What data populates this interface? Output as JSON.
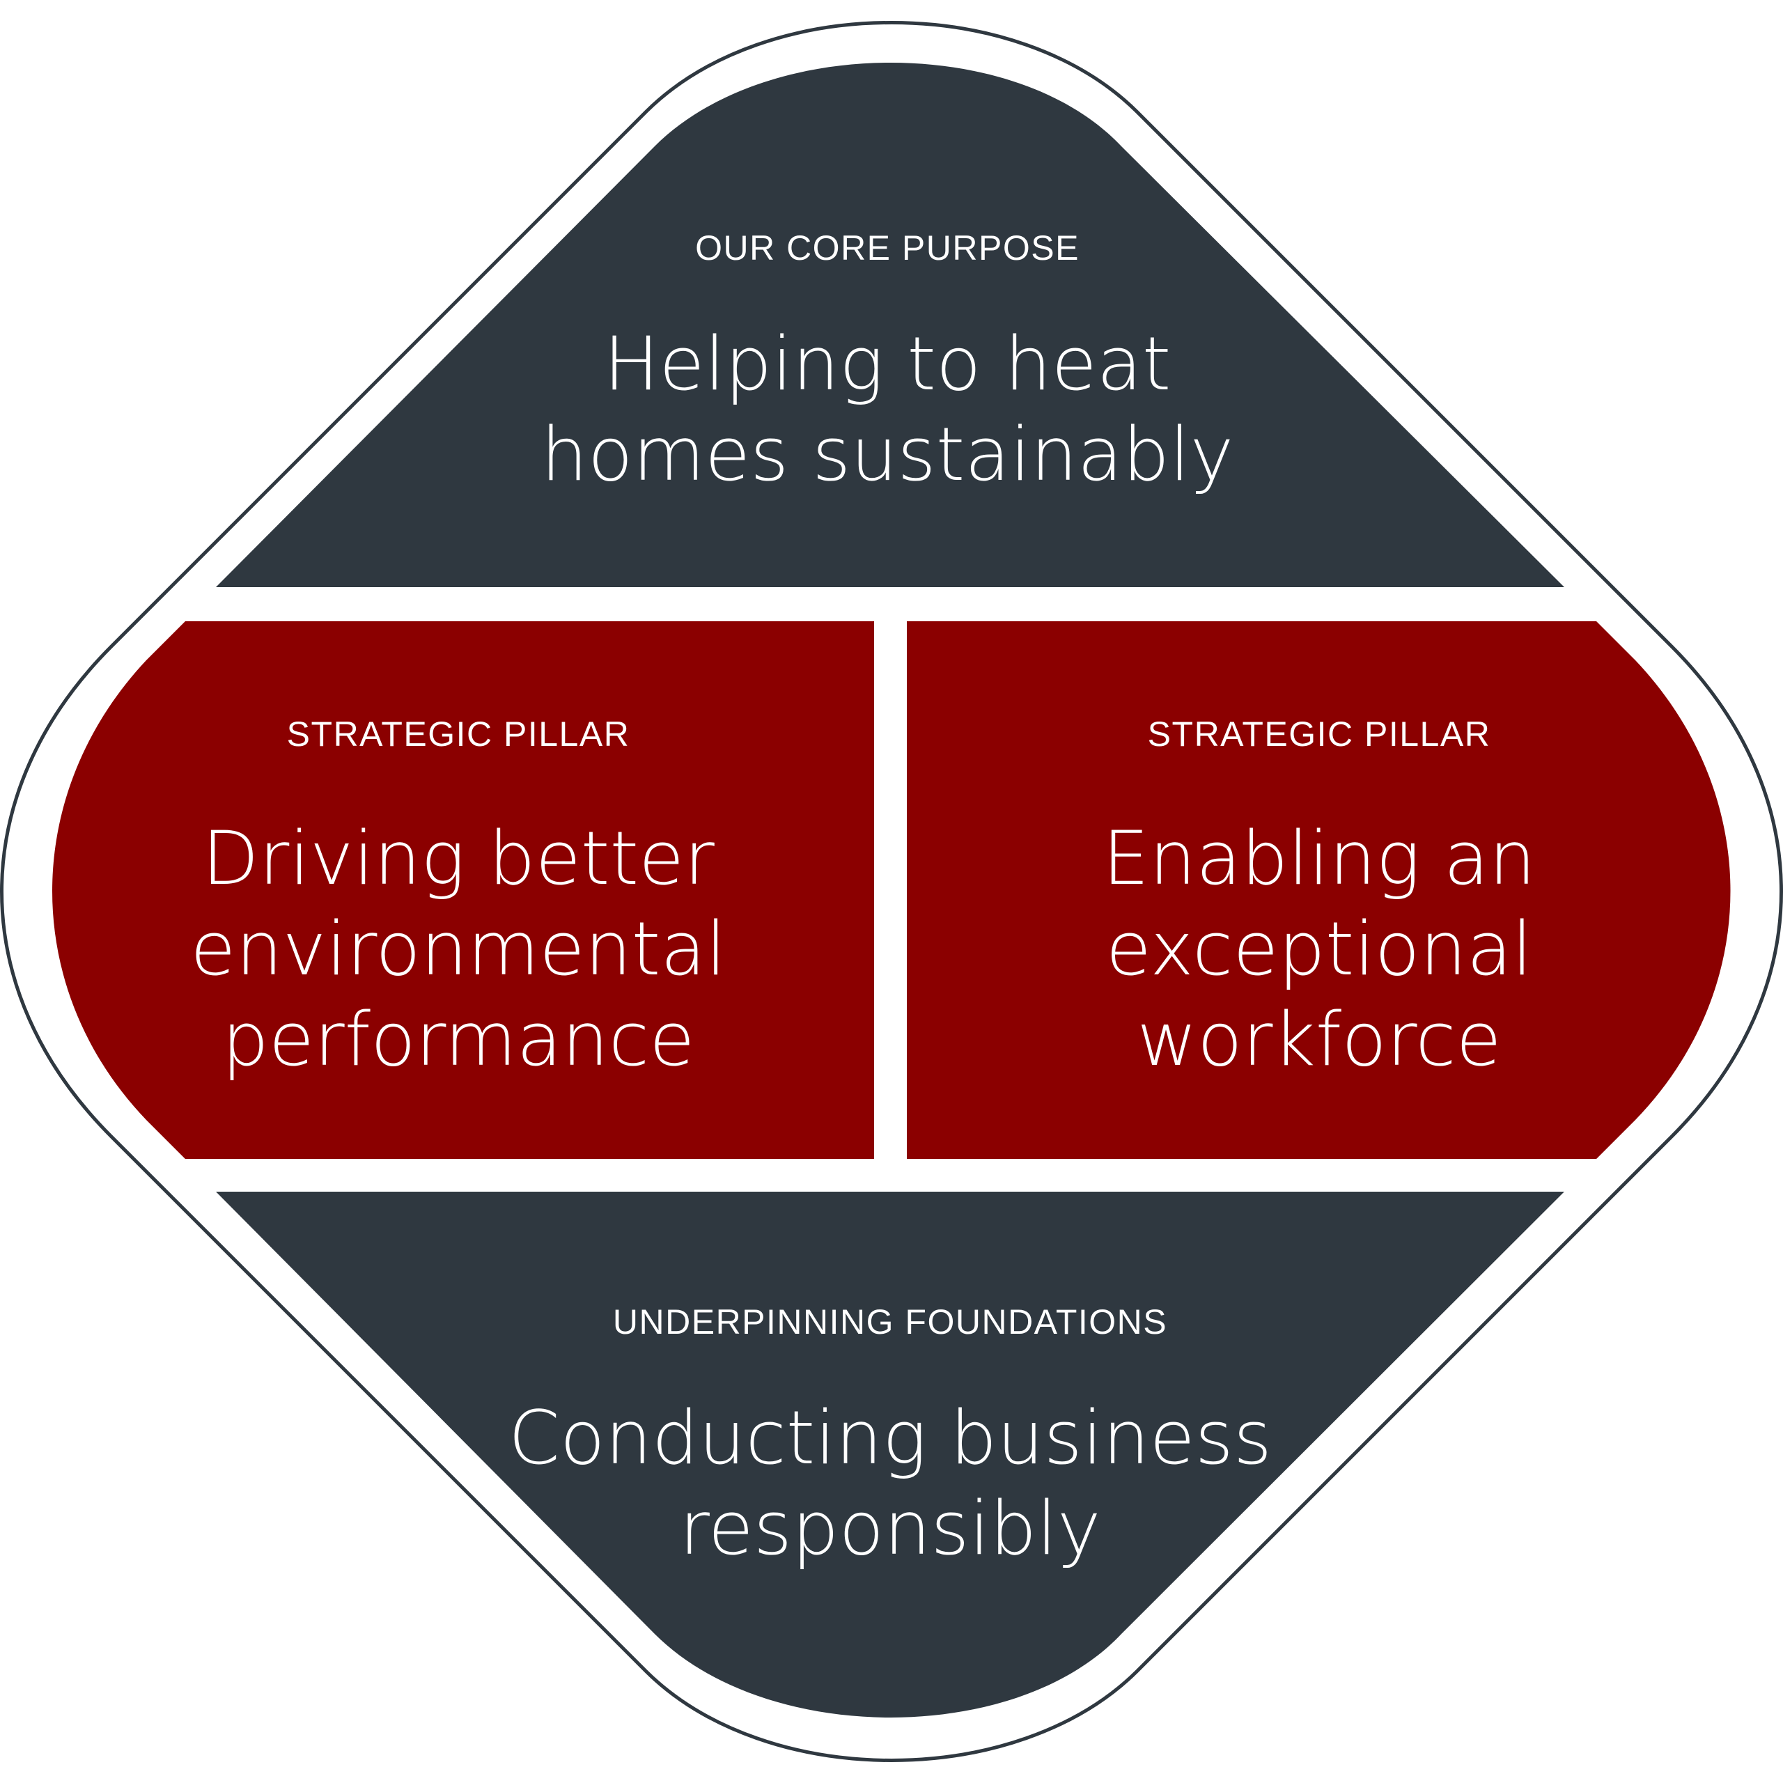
{
  "colors": {
    "dark": "#2f3840",
    "red": "#8b0000",
    "text": "#ffffff",
    "outline": "#2f3840",
    "background": "#ffffff"
  },
  "purpose": {
    "heading": "OUR CORE PURPOSE",
    "line1": "Helping to heat",
    "line2": "homes sustainably"
  },
  "pillar_left": {
    "heading": "STRATEGIC PILLAR",
    "line1": "Driving better",
    "line2": "environmental",
    "line3": "performance"
  },
  "pillar_right": {
    "heading": "STRATEGIC PILLAR",
    "line1": "Enabling an",
    "line2": "exceptional",
    "line3": "workforce"
  },
  "foundations": {
    "heading": "UNDERPINNING FOUNDATIONS",
    "line1": "Conducting business",
    "line2": "responsibly"
  }
}
